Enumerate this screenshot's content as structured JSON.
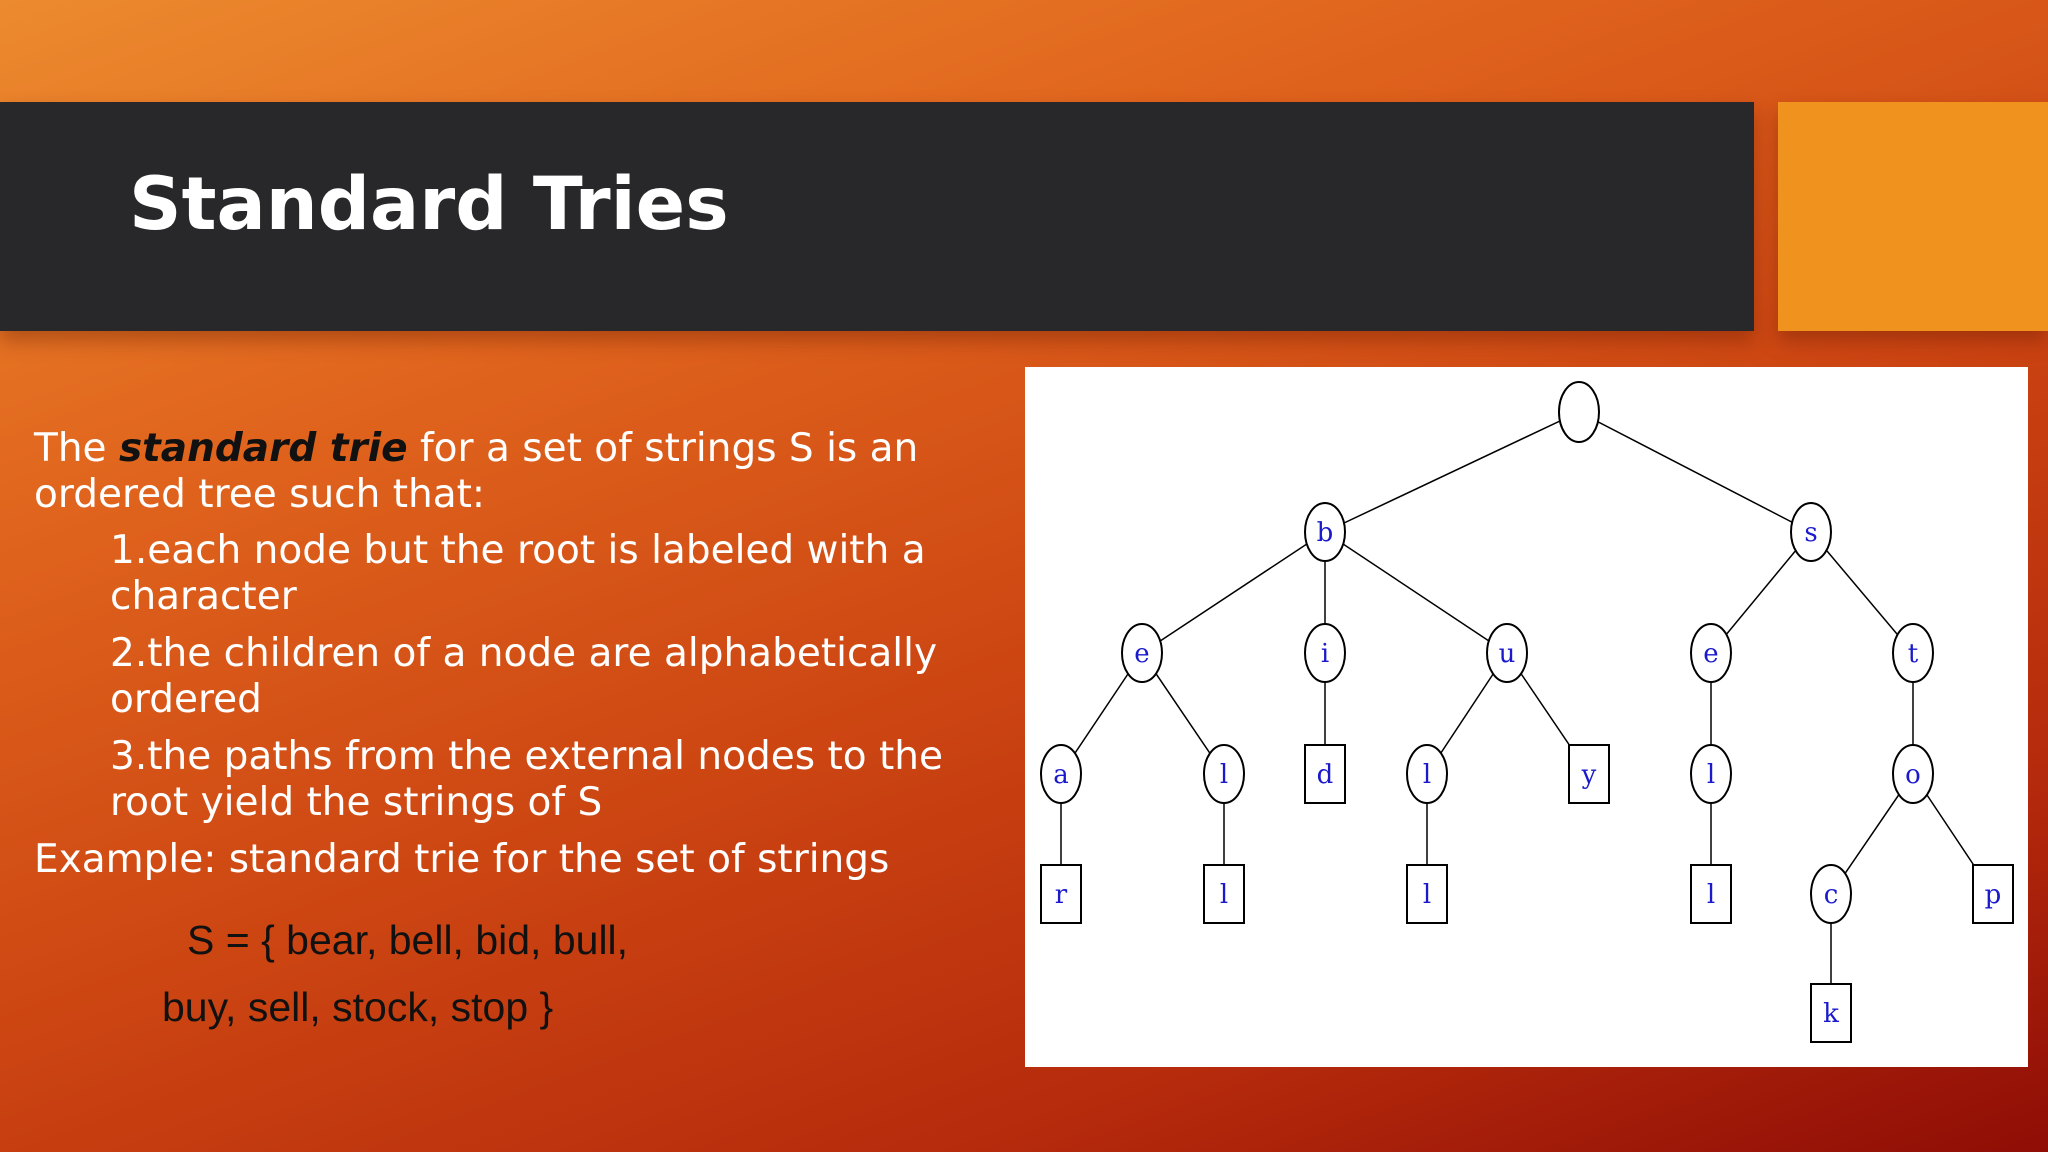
{
  "slide": {
    "title": "Standard Tries",
    "intro": {
      "before": "The ",
      "emphasis": "standard trie",
      "after": " for a set of strings S is an ordered tree such that:"
    },
    "rules": [
      "1.each node but the root is labeled with a character",
      "2.the children of a node are alphabetically ordered",
      "3.the paths from the external nodes to the root yield the strings of S"
    ],
    "example": "Example: standard trie for the set of strings",
    "set_line_1": "S = { bear, bell, bid, bull,",
    "set_line_2": "buy, sell, stock, stop }"
  },
  "trie": {
    "nodes": [
      {
        "id": "root",
        "label": "",
        "shape": "circle",
        "depth": 0,
        "parent": null
      },
      {
        "id": "b",
        "label": "b",
        "shape": "circle",
        "depth": 1,
        "parent": "root"
      },
      {
        "id": "s",
        "label": "s",
        "shape": "circle",
        "depth": 1,
        "parent": "root"
      },
      {
        "id": "be",
        "label": "e",
        "shape": "circle",
        "depth": 2,
        "parent": "b"
      },
      {
        "id": "bi",
        "label": "i",
        "shape": "circle",
        "depth": 2,
        "parent": "b"
      },
      {
        "id": "bu",
        "label": "u",
        "shape": "circle",
        "depth": 2,
        "parent": "b"
      },
      {
        "id": "se",
        "label": "e",
        "shape": "circle",
        "depth": 2,
        "parent": "s"
      },
      {
        "id": "st",
        "label": "t",
        "shape": "circle",
        "depth": 2,
        "parent": "s"
      },
      {
        "id": "bea",
        "label": "a",
        "shape": "circle",
        "depth": 3,
        "parent": "be"
      },
      {
        "id": "bel",
        "label": "l",
        "shape": "circle",
        "depth": 3,
        "parent": "be"
      },
      {
        "id": "bid",
        "label": "d",
        "shape": "square",
        "depth": 3,
        "parent": "bi"
      },
      {
        "id": "bul",
        "label": "l",
        "shape": "circle",
        "depth": 3,
        "parent": "bu"
      },
      {
        "id": "buy",
        "label": "y",
        "shape": "square",
        "depth": 3,
        "parent": "bu"
      },
      {
        "id": "sel",
        "label": "l",
        "shape": "circle",
        "depth": 3,
        "parent": "se"
      },
      {
        "id": "sto",
        "label": "o",
        "shape": "circle",
        "depth": 3,
        "parent": "st"
      },
      {
        "id": "bear",
        "label": "r",
        "shape": "square",
        "depth": 4,
        "parent": "bea"
      },
      {
        "id": "bell",
        "label": "l",
        "shape": "square",
        "depth": 4,
        "parent": "bel"
      },
      {
        "id": "bull",
        "label": "l",
        "shape": "square",
        "depth": 4,
        "parent": "bul"
      },
      {
        "id": "sell",
        "label": "l",
        "shape": "square",
        "depth": 4,
        "parent": "sel"
      },
      {
        "id": "stoc",
        "label": "c",
        "shape": "circle",
        "depth": 4,
        "parent": "sto"
      },
      {
        "id": "stop",
        "label": "p",
        "shape": "square",
        "depth": 4,
        "parent": "sto"
      },
      {
        "id": "stock",
        "label": "k",
        "shape": "square",
        "depth": 5,
        "parent": "stoc"
      }
    ]
  },
  "colors": {
    "title_bar": "#28272a",
    "accent_box": "#f0931e",
    "node_label": "#1a1acc",
    "emphasis_text": "#111111"
  }
}
